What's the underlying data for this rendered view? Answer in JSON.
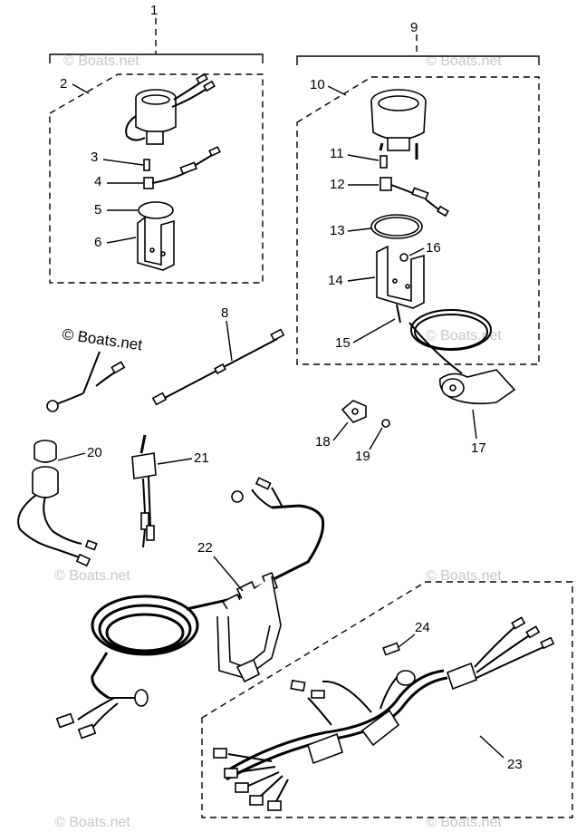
{
  "watermark": "© Boats.net",
  "faint_watermark": "© Boats.net",
  "callouts": {
    "c1": "1",
    "c2": "2",
    "c3": "3",
    "c4": "4",
    "c5": "5",
    "c6": "6",
    "c8": "8",
    "c9": "9",
    "c10": "10",
    "c11": "11",
    "c12": "12",
    "c13": "13",
    "c14": "14",
    "c15": "15",
    "c16": "16",
    "c17": "17",
    "c18": "18",
    "c19": "19",
    "c20": "20",
    "c21": "21",
    "c22": "22",
    "c23": "23",
    "c24": "24"
  }
}
